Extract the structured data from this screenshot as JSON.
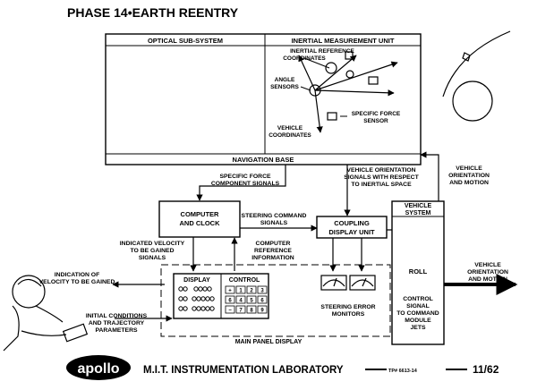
{
  "title": "PHASE 14•EARTH REENTRY",
  "blocks": {
    "optical": "OPTICAL SUB-SYSTEM",
    "imu": "INERTIAL MEASUREMENT UNIT",
    "nav_base": "NAVIGATION BASE",
    "computer_line1": "COMPUTER",
    "computer_line2": "AND CLOCK",
    "coupling_line1": "COUPLING",
    "coupling_line2": "DISPLAY UNIT",
    "vehicle_system_line1": "VEHICLE",
    "vehicle_system_line2": "SYSTEM",
    "display": "DISPLAY",
    "control": "CONTROL",
    "roll": "ROLL",
    "main_panel": "MAIN PANEL DISPLAY"
  },
  "imu_labels": {
    "inertial_ref_1": "INERTIAL REFERENCE",
    "inertial_ref_2": "COORDINATES",
    "angle_1": "ANGLE",
    "angle_2": "SENSORS",
    "sf_1": "SPECIFIC FORCE",
    "sf_2": "SENSOR",
    "veh_1": "VEHICLE",
    "veh_2": "COORDINATES"
  },
  "signals": {
    "sf_comp_1": "SPECIFIC FORCE",
    "sf_comp_2": "COMPONENT SIGNALS",
    "veh_orient_1": "VEHICLE ORIENTATION",
    "veh_orient_2": "SIGNALS WITH RESPECT",
    "veh_orient_3": "TO INERTIAL SPACE",
    "steer_1": "STEERING COMMAND",
    "steer_2": "SIGNALS",
    "ind_vel_1": "INDICATED VELOCITY",
    "ind_vel_2": "TO BE GAINED",
    "ind_vel_3": "SIGNALS",
    "comp_ref_1": "COMPUTER",
    "comp_ref_2": "REFERENCE",
    "comp_ref_3": "INFORMATION",
    "vom_top_1": "VEHICLE",
    "vom_top_2": "ORIENTATION",
    "vom_top_3": "AND MOTION",
    "vom_right_1": "VEHICLE",
    "vom_right_2": "ORIENTATION",
    "vom_right_3": "AND MOTION",
    "ind_vbg_1": "INDICATION OF",
    "ind_vbg_2": "VELOCITY TO BE GAINED",
    "init_1": "INITIAL CONDITIONS",
    "init_2": "AND TRAJECTORY",
    "init_3": "PARAMETERS",
    "steer_err_1": "STEERING ERROR",
    "steer_err_2": "MONITORS",
    "ctrl_sig_1": "CONTROL",
    "ctrl_sig_2": "SIGNAL",
    "ctrl_sig_3": "TO COMMAND",
    "ctrl_sig_4": "MODULE",
    "ctrl_sig_5": "JETS"
  },
  "keypad": {
    "keys": [
      "+",
      "1",
      "2",
      "3",
      "6",
      "4",
      "5",
      "6",
      "−",
      "7",
      "8",
      "9"
    ]
  },
  "footer": {
    "logo": "apollo",
    "lab": "M.I.T. INSTRUMENTATION LABORATORY",
    "ref": "TP# 6613-14",
    "date": "11/62"
  }
}
